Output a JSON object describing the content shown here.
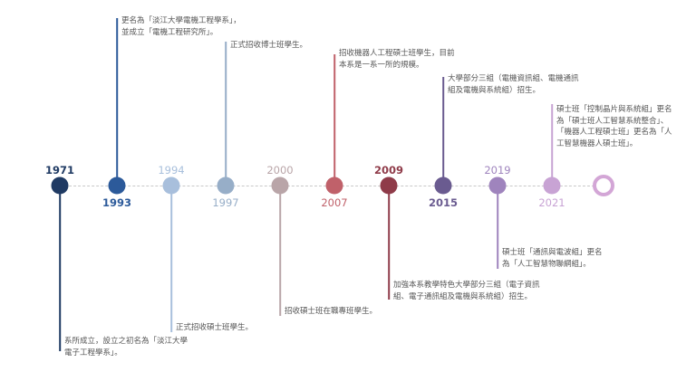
{
  "milestones": [
    {
      "year": "1971",
      "color": "#1f3a63",
      "note": "系所成立，設立之初名為「淡江大學\n電子工程學系」。"
    },
    {
      "year": "1993",
      "color": "#2c5a9a",
      "note": "更名為「淡江大學電機工程學系」，\n並成立「電機工程研究所」。"
    },
    {
      "year": "1994",
      "color": "#a8bfdc",
      "note": "正式招收碩士班學生。"
    },
    {
      "year": "1997",
      "color": "#97aec8",
      "note": "正式招收博士班學生。"
    },
    {
      "year": "2000",
      "color": "#b9a5a8",
      "note": "招收碩士班在職專班學生。"
    },
    {
      "year": "2007",
      "color": "#c0616a",
      "note": "招收機器人工程碩士班學生，目前\n本系是一系一所的規模。"
    },
    {
      "year": "2009",
      "color": "#8f3b49",
      "note": "加強本系教學特色大學部分三組（電子資訊\n組、電子通訊組及電機與系統組）招生。"
    },
    {
      "year": "2015",
      "color": "#6a5b90",
      "note": "大學部分三組（電機資訊組、電機通訊\n組及電機與系統組）招生。"
    },
    {
      "year": "2019",
      "color": "#9f84bd",
      "note": "碩士班「通訊與電波組」更名\n為「人工智慧物聯網組」。"
    },
    {
      "year": "2021",
      "color": "#c8a3d4",
      "note": "碩士班「控制晶片與系統組」更名\n為「碩士班人工智慧系統整合」、\n「機器人工程碩士班」更名為「人\n工智慧機器人碩士班」。"
    }
  ]
}
